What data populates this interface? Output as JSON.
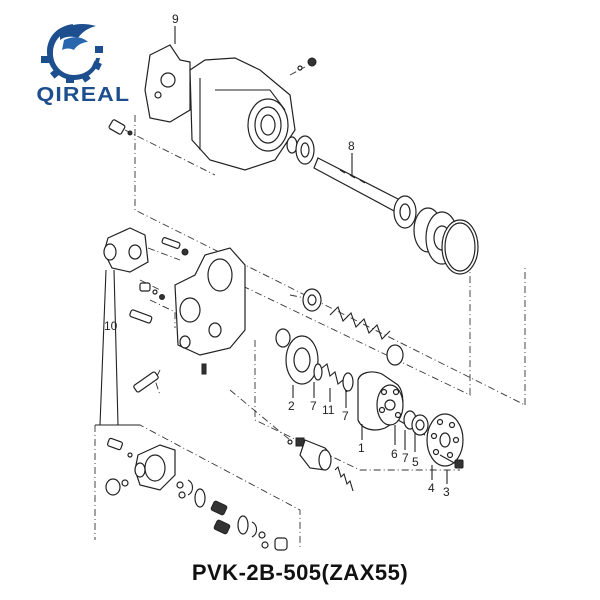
{
  "brand": {
    "name": "QIREAL",
    "color": "#1d4f8f"
  },
  "diagram": {
    "title": "PVK-2B-505(ZAX55)",
    "type": "exploded-parts-view",
    "labels": [
      {
        "id": "9",
        "text": "9"
      },
      {
        "id": "8",
        "text": "8"
      },
      {
        "id": "10",
        "text": "10"
      },
      {
        "id": "2",
        "text": "2"
      },
      {
        "id": "7a",
        "text": "7"
      },
      {
        "id": "11",
        "text": "11"
      },
      {
        "id": "7b",
        "text": "7"
      },
      {
        "id": "1",
        "text": "1"
      },
      {
        "id": "6",
        "text": "6"
      },
      {
        "id": "7c",
        "text": "7"
      },
      {
        "id": "5",
        "text": "5"
      },
      {
        "id": "4",
        "text": "4"
      },
      {
        "id": "3",
        "text": "3"
      }
    ]
  }
}
